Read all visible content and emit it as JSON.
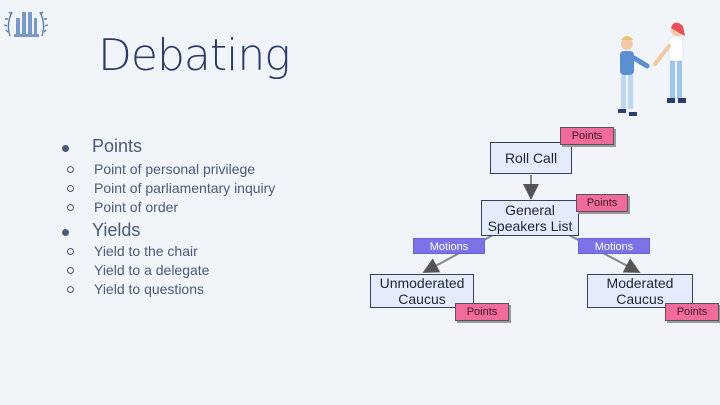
{
  "slide": {
    "title": "Debating"
  },
  "bullets": [
    {
      "label": "Points",
      "items": [
        "Point of personal privilege",
        "Point of parliamentary inquiry",
        "Point of order"
      ]
    },
    {
      "label": "Yields",
      "items": [
        "Yield to the chair",
        "Yield to a delegate",
        "Yield to questions"
      ]
    }
  ],
  "diagram": {
    "roll_call": "Roll Call",
    "gsl_line1": "General",
    "gsl_line2": "Speakers List",
    "unmod_line1": "Unmoderated",
    "unmod_line2": "Caucus",
    "mod_line1": "Moderated",
    "mod_line2": "Caucus",
    "points_tag": "Points",
    "motions_tag": "Motions"
  },
  "colors": {
    "points": "#f26b9b",
    "motions": "#7a72e6",
    "box_fill": "#e4ecfb"
  },
  "icons": [
    "un-emblem-icon",
    "handshake-people-icon"
  ]
}
